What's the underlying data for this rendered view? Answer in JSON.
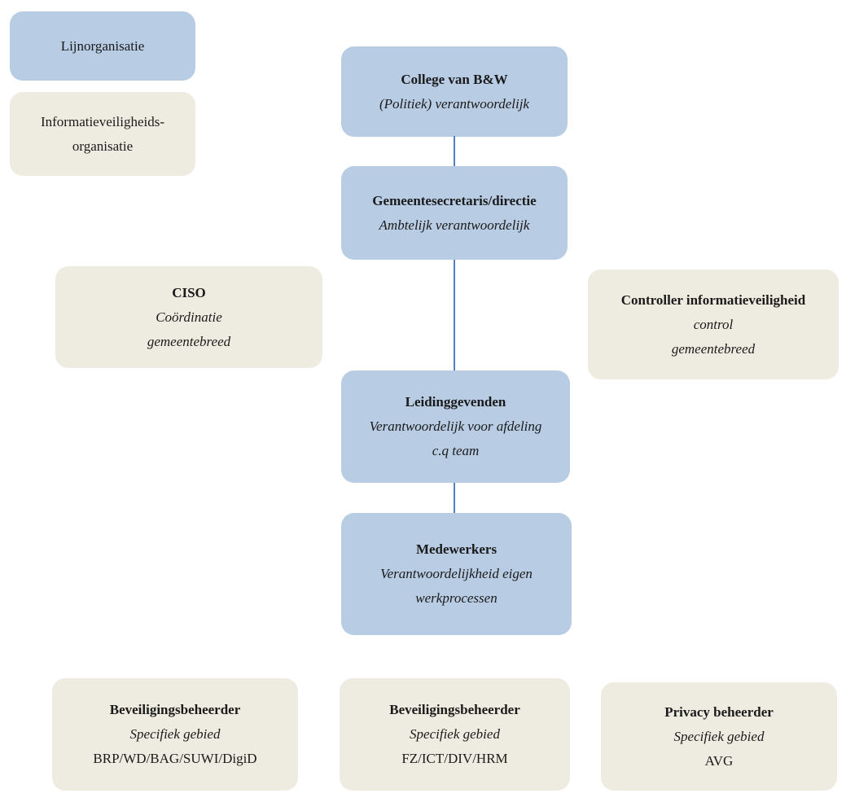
{
  "diagram": {
    "legend": {
      "lijnorganisatie_label": "Lijnorganisatie",
      "infosec_label_line1": "Informatieveiligheids-",
      "infosec_label_line2": "organisatie"
    },
    "nodes": {
      "college": {
        "title": "College van B&W",
        "subtitle": "(Politiek) verantwoordelijk"
      },
      "gemeentesecretaris": {
        "title": "Gemeentesecretaris/directie",
        "subtitle": "Ambtelijk verantwoordelijk"
      },
      "ciso": {
        "title": "CISO",
        "line1": "Coördinatie",
        "line2": "gemeentebreed"
      },
      "controller": {
        "title": "Controller informatieveiligheid",
        "line1": "control",
        "line2": "gemeentebreed"
      },
      "leidinggevenden": {
        "title": "Leidinggevenden",
        "line1": "Verantwoordelijk voor afdeling",
        "line2": "c.q team"
      },
      "medewerkers": {
        "title": "Medewerkers",
        "line1": "Verantwoordelijkheid eigen",
        "line2": "werkprocessen"
      },
      "beveiligingsbeheerder_basisregistraties": {
        "title": "Beveiligingsbeheerder",
        "line1": "Specifiek gebied",
        "line2": "BRP/WD/BAG/SUWI/DigiD"
      },
      "beveiligingsbeheerder_bedrijfsvoering": {
        "title": "Beveiligingsbeheerder",
        "line1": "Specifiek gebied",
        "line2": "FZ/ICT/DIV/HRM"
      },
      "privacy_beheerder": {
        "title": "Privacy beheerder",
        "line1": "Specifiek gebied",
        "line2": "AVG"
      }
    },
    "colors": {
      "lijnorganisatie_fill": "#b8cce4",
      "infosec_fill": "#eeece1",
      "connector_line": "#4f81bd",
      "text": "#1a1a1a",
      "background": "#ffffff"
    }
  }
}
